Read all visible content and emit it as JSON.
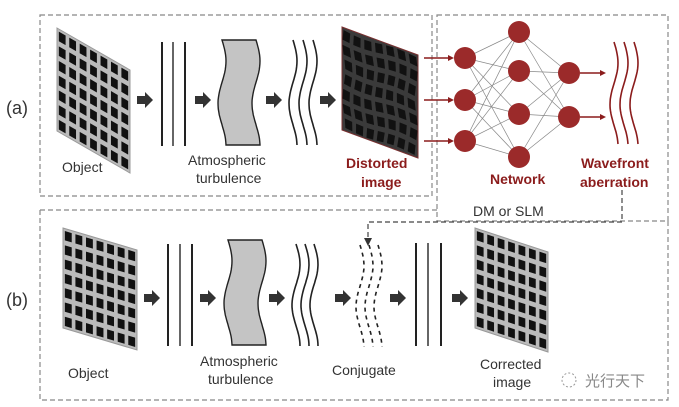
{
  "panels": {
    "a": "(a)",
    "b": "(b)"
  },
  "row_a": {
    "object": "Object",
    "turbulence_line1": "Atmospheric",
    "turbulence_line2": "turbulence",
    "distorted_line1": "Distorted",
    "distorted_line2": "image",
    "network": "Network",
    "wavefront_line1": "Wavefront",
    "wavefront_line2": "aberration"
  },
  "feedback": "DM or SLM",
  "row_b": {
    "object": "Object",
    "turbulence_line1": "Atmospheric",
    "turbulence_line2": "turbulence",
    "conjugate": "Conjugate",
    "corrected_line1": "Corrected",
    "corrected_line2": "image"
  },
  "watermark": "光行天下",
  "colors": {
    "accent": "#8b1c1c",
    "node": "#9b2a2a",
    "slab": "#c4c4c4",
    "ink": "#333333"
  }
}
